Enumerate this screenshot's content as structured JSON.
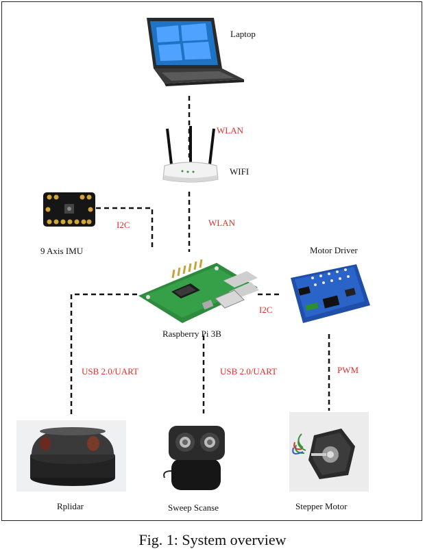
{
  "devices": {
    "laptop": "Laptop",
    "wifi": "WIFI",
    "imu": "9 Axis IMU",
    "motor_driver": "Motor Driver",
    "raspberry_pi": "Raspberry Pi 3B",
    "rplidar": "Rplidar",
    "sweep": "Sweep Scanse",
    "stepper": "Stepper Motor"
  },
  "links": {
    "laptop_wifi": "WLAN",
    "wifi_pi": "WLAN",
    "imu_pi": "I2C",
    "pi_driver": "I2C",
    "pi_rplidar": "USB 2.0/UART",
    "pi_sweep": "USB 2.0/UART",
    "driver_stepper": "PWM"
  },
  "caption": "Fig. 1: System overview",
  "colors": {
    "link_label": "#e0302a",
    "line": "#111111"
  }
}
